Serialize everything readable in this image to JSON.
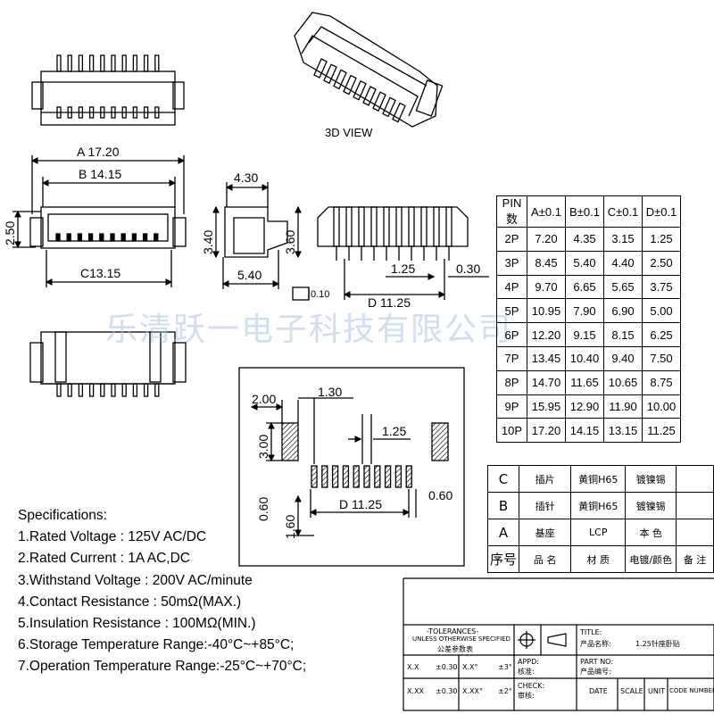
{
  "labels": {
    "view_3d": "3D VIEW",
    "dim_a": "A 17.20",
    "dim_b": "B 14.15",
    "dim_c": "C13.15",
    "dim_250": "2.50",
    "dim_430": "4.30",
    "dim_340": "3.40",
    "dim_540": "5.40",
    "dim_360": "3.60",
    "flatness": "0.10",
    "pitch_125": "1.25",
    "dim_030": "0.30",
    "dim_d": "D 11.25",
    "pad_200": "2.00",
    "pad_130": "1.30",
    "pad_300": "3.00",
    "pad_125": "1.25",
    "pad_060_left": "0.60",
    "pad_160": "1.60",
    "pad_d": "D 11.25",
    "pad_060_right": "0.60"
  },
  "watermark": "乐清跃一电子科技有限公司",
  "pin_table": {
    "headers": [
      "PIN数",
      "A±0.1",
      "B±0.1",
      "C±0.1",
      "D±0.1"
    ],
    "rows": [
      [
        "2P",
        "7.20",
        "4.35",
        "3.15",
        "1.25"
      ],
      [
        "3P",
        "8.45",
        "5.40",
        "4.40",
        "2.50"
      ],
      [
        "4P",
        "9.70",
        "6.65",
        "5.65",
        "3.75"
      ],
      [
        "5P",
        "10.95",
        "7.90",
        "6.90",
        "5.00"
      ],
      [
        "6P",
        "12.20",
        "9.15",
        "8.15",
        "6.25"
      ],
      [
        "7P",
        "13.45",
        "10.40",
        "9.40",
        "7.50"
      ],
      [
        "8P",
        "14.70",
        "11.65",
        "10.65",
        "8.75"
      ],
      [
        "9P",
        "15.95",
        "12.90",
        "11.90",
        "10.00"
      ],
      [
        "10P",
        "17.20",
        "14.15",
        "13.15",
        "11.25"
      ]
    ]
  },
  "materials": {
    "rows": [
      [
        "C",
        "插片",
        "黄铜H65",
        "镀镍锡",
        ""
      ],
      [
        "B",
        "插针",
        "黄铜H65",
        "镀镍锡",
        ""
      ],
      [
        "A",
        "基座",
        "LCP",
        "本 色",
        ""
      ]
    ],
    "header": [
      "序号",
      "品 名",
      "材 质",
      "电镀/颜色",
      "备 注"
    ]
  },
  "specifications": {
    "title": "Specifications:",
    "items": [
      "1.Rated Voltage : 125V AC/DC",
      "2.Rated Current : 1A AC,DC",
      "3.Withstand Voltage : 200V AC/minute",
      "4.Contact Resistance : 50mΩ(MAX.)",
      "5.Insulation Resistance : 100MΩ(MIN.)",
      "6.Storage Temperature Range:-40°C~+85°C;",
      "7.Operation Temperature Range:-25°C~+70°C;"
    ]
  },
  "title_block": {
    "tolerances": "-TOLERANCES-",
    "unless": "UNLESS OTHERWISE SPECIFIED",
    "table_cn": "公差参数表",
    "title": "TITLE:",
    "product_name_label": "产品名称:",
    "product_name": "1.25针座卧贴",
    "appd": "APPD:",
    "approve_cn": "核准:",
    "part_no_label": "PART NO:",
    "part_no_cn": "产品编号:",
    "check": "CHECK:",
    "check_cn": "审核:",
    "tol1_label": "X.X",
    "tol1_value": "±0.30",
    "tol1_angle_label": "X.X°",
    "tol1_angle_value": "±3°",
    "tol2_label": "X.XX",
    "tol2_value": "±0.30",
    "tol2_angle_label": "X.XX°",
    "tol2_angle_value": "±2°",
    "date": "DATE",
    "scale": "SCALE",
    "unit": "UNIT",
    "code_number": "CODE NUMBER"
  }
}
